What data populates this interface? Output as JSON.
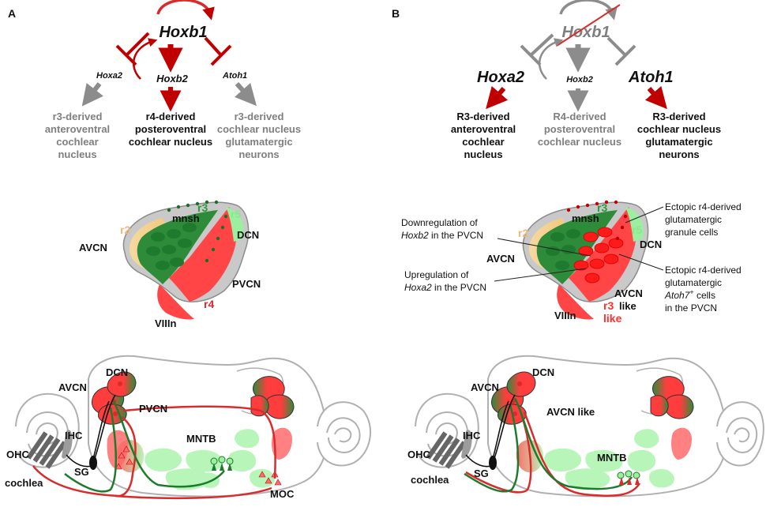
{
  "panel_a": {
    "letter": "A",
    "hoxb1": "Hoxb1",
    "hoxa2": "Hoxa2",
    "hoxb2": "Hoxb2",
    "atoh1": "Atoh1",
    "left_l1": "r3-derived",
    "left_l2": "anteroventral",
    "left_l3": "cochlear",
    "left_l4": "nucleus",
    "mid_l1": "r4-derived",
    "mid_l2": "posteroventral",
    "mid_l3": "cochlear nucleus",
    "right_l1": "r3-derived",
    "right_l2": "cochlear nucleus",
    "right_l3": "glutamatergic",
    "right_l4": "neurons",
    "cn": {
      "mnsh": "mnsh",
      "r3": "r3",
      "r5": "r5",
      "r2": "r2",
      "avcn": "AVCN",
      "dcn": "DCN",
      "pvcn": "PVCN",
      "r4": "r4",
      "viiin": "VIIIn"
    },
    "brain": {
      "dcn": "DCN",
      "avcn": "AVCN",
      "pvcn": "PVCN",
      "ohc": "OHC",
      "ihc": "IHC",
      "mntb": "MNTB",
      "sg": "SG",
      "cochlea": "cochlea",
      "moc": "MOC"
    }
  },
  "panel_b": {
    "letter": "B",
    "hoxb1": "Hoxb1",
    "hoxa2": "Hoxa2",
    "hoxb2": "Hoxb2",
    "atoh1": "Atoh1",
    "left_l1": "R3-derived",
    "left_l2": "anteroventral",
    "left_l3": "cochlear",
    "left_l4": "nucleus",
    "mid_l1": "R4-derived",
    "mid_l2": "posteroventral",
    "mid_l3": "cochlear nucleus",
    "right_l1": "R3-derived",
    "right_l2": "cochlear nucleus",
    "right_l3": "glutamatergic",
    "right_l4": "neurons",
    "cn": {
      "mnsh": "mnsh",
      "r3": "r3",
      "r5": "r5",
      "r2": "r2",
      "avcn": "AVCN",
      "dcn": "DCN",
      "r3like_1": "r3",
      "r3like_2": "like",
      "avcnlike_1": "AVCN",
      "avcnlike_2": "like",
      "viiin": "VIIIn"
    },
    "ann": {
      "down_1": "Downregulation  of",
      "down_2a": "Hoxb2",
      "down_2b": " in the PVCN",
      "up_1": "Upregulation of",
      "up_2a": "Hoxa2",
      "up_2b": " in the PVCN",
      "ect1_1": "Ectopic r4-derived",
      "ect1_2": "glutamatergic",
      "ect1_3": "granule cells",
      "ect2_1": "Ectopic r4-derived",
      "ect2_2": "glutamatergic",
      "ect2_3a": "Atoh7",
      "ect2_3b": "+",
      "ect2_3c": " cells",
      "ect2_4": "in the PVCN"
    },
    "brain": {
      "dcn": "DCN",
      "avcn": "AVCN",
      "avcn_like": "AVCN like",
      "ohc": "OHC",
      "ihc": "IHC",
      "mntb": "MNTB",
      "sg": "SG",
      "cochlea": "cochlea"
    }
  },
  "colors": {
    "red": "#d92b2b",
    "dark_red": "#c00000",
    "bright_red": "#ff4d4d",
    "gray": "#7f7f7f",
    "dark_green": "#2e8b3a",
    "mid_green": "#3cb050",
    "light_green": "#9bf0a0",
    "pale_green": "#b8f5b8",
    "tan": "#f3cf8c",
    "outline": "#a6a6a6"
  }
}
